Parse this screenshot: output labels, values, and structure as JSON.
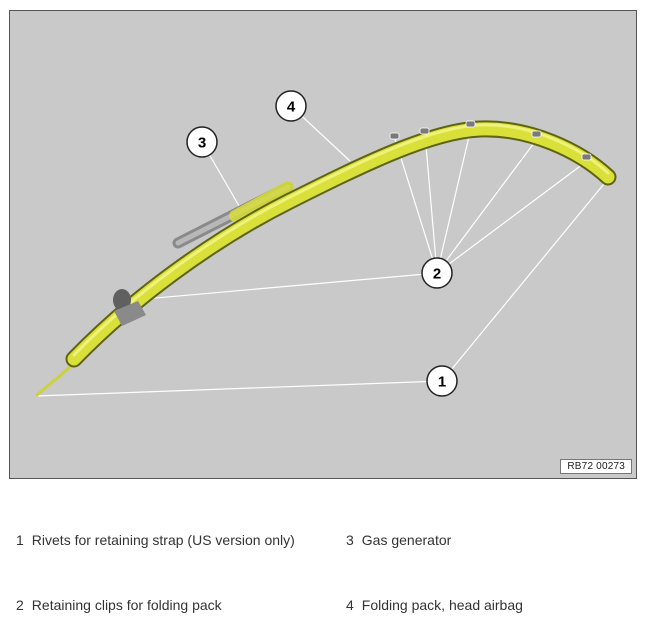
{
  "figure": {
    "reference_code": "RB72 00273",
    "colors": {
      "background": "#c9c9c9",
      "airbag": "#d9e03a",
      "generator": "#9a9a9a"
    },
    "callouts": [
      "1",
      "2",
      "3",
      "4"
    ]
  },
  "legend": [
    {
      "number": "1",
      "text": "Rivets for retaining strap (US version only)"
    },
    {
      "number": "3",
      "text": "Gas generator"
    },
    {
      "number": "2",
      "text": "Retaining clips for folding pack"
    },
    {
      "number": "4",
      "text": "Folding pack, head airbag"
    }
  ]
}
